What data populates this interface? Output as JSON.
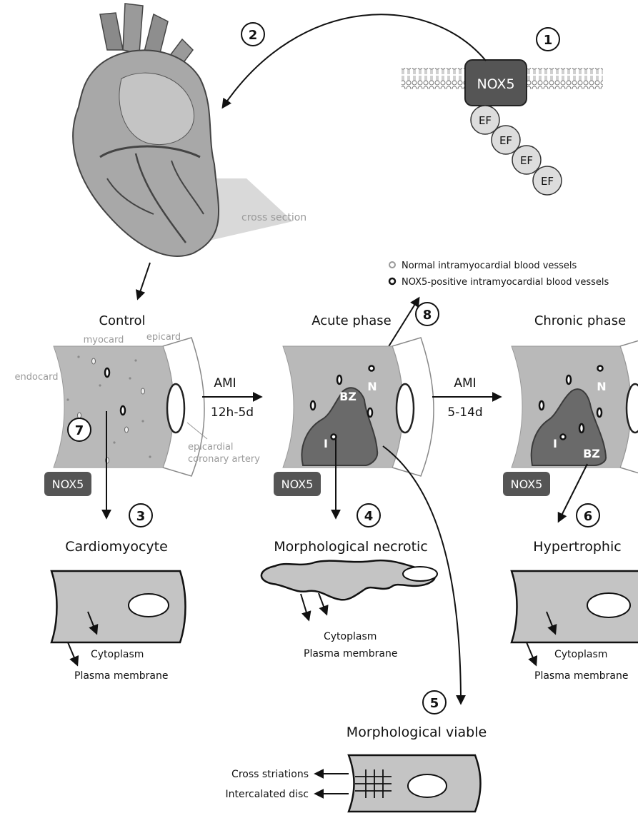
{
  "markers": [
    "1",
    "2",
    "3",
    "4",
    "5",
    "6",
    "7",
    "8"
  ],
  "membrane": {
    "protein": "NOX5",
    "domains": [
      "EF",
      "EF",
      "EF",
      "EF"
    ]
  },
  "heart": {
    "cross_section_label": "cross section"
  },
  "legend": {
    "normal": "Normal intramyocardial blood vessels",
    "positive": "NOX5-positive intramyocardial blood vessels"
  },
  "phases": {
    "control": "Control",
    "acute": "Acute phase",
    "chronic": "Chronic phase"
  },
  "control_labels": {
    "myocard": "myocard",
    "epicard": "epicard",
    "endocard": "endocard",
    "artery_line1": "epicardial",
    "artery_line2": "coronary artery"
  },
  "transitions": [
    {
      "label": "AMI",
      "time": "12h-5d"
    },
    {
      "label": "AMI",
      "time": "5-14d"
    }
  ],
  "zones": {
    "necrotic": "N",
    "border": "BZ",
    "infarct": "I"
  },
  "nox5_badge": "NOX5",
  "cells": {
    "cardiomyocyte": "Cardiomyocyte",
    "necrotic": "Morphological necrotic",
    "viable": "Morphological viable",
    "hypertrophic": "Hypertrophic"
  },
  "cell_labels": {
    "cytoplasm": "Cytoplasm",
    "plasma_membrane": "Plasma membrane",
    "cross_striations": "Cross striations",
    "intercalated_disc": "Intercalated disc"
  },
  "colors": {
    "tissue": "#b9b9b9",
    "infarct": "#6a6a6a",
    "badge": "#555555",
    "cell": "#c4c4c4"
  }
}
